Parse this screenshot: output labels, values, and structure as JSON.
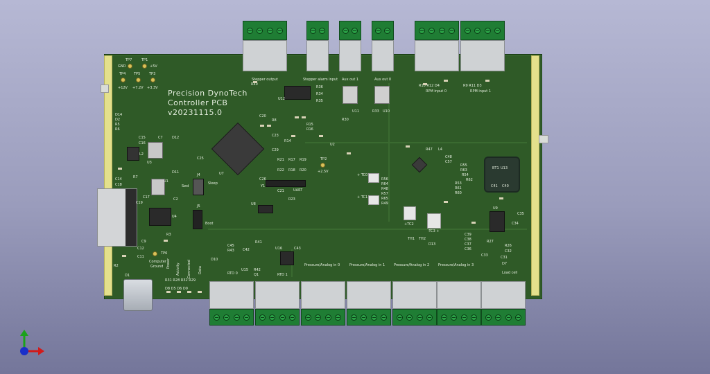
{
  "board": {
    "title_line1": "Precision DynoTech",
    "title_line2": "Controller PCB",
    "title_line3": "v20231115.0"
  },
  "top_connectors": [
    {
      "label": "Stepper output",
      "ref": "R40"
    },
    {
      "label": "Stepper alarm input",
      "ref": ""
    },
    {
      "label": "Aux out 1",
      "ref": ""
    },
    {
      "label": "Aux out 0",
      "ref": ""
    },
    {
      "label": "RPM input 0",
      "ref": "R10 R12 D4"
    },
    {
      "label": "RPM input 1",
      "ref": "R9 R11 D3"
    }
  ],
  "bottom_connectors": [
    {
      "label": "RTD 0"
    },
    {
      "label": "RTD 1"
    },
    {
      "label": "Pressure/Analog in 0"
    },
    {
      "label": "Pressure/Analog in 1"
    },
    {
      "label": "Pressure/Analog in 2"
    },
    {
      "label": "Pressure/Analog in 3"
    },
    {
      "label": "Load cell"
    }
  ],
  "test_points": {
    "tp7": "TP7",
    "tp1": "TP1",
    "gnd": "GND",
    "p5v": "+5V",
    "tp4": "TP4",
    "tp5": "TP5",
    "tp3": "TP3",
    "p12v": "+12V",
    "p72v": "+7.2V",
    "p33v": "+3.3V",
    "tp2": "TP2",
    "p25v": "+2.5V",
    "tp6": "TP6",
    "computer": "Computer",
    "ground": "Ground"
  },
  "labels": {
    "uart": "UART",
    "boot": "Boot",
    "swd": "Swd",
    "sleep": "Sleep",
    "tc1": "+ TC1 -",
    "tc0": "+ TC0 -",
    "tc2": "+TC2",
    "tc3": "-TC3 +",
    "th1": "TH1",
    "th2": "TH2",
    "leds": [
      "Power",
      "Activity",
      "Connected",
      "Data"
    ],
    "led_refs": "R31 R28 R32 R29",
    "led_refs2": "D8 D5 D6 D9",
    "u1": "U1",
    "u2": "U2",
    "u3": "U3",
    "u4": "U4",
    "u7": "U7",
    "u8": "U8",
    "u9": "U9",
    "u10": "U10",
    "u11": "U11",
    "u12": "U12",
    "u13": "U13",
    "u15": "U15",
    "u16": "U16",
    "r36": "R36",
    "r34": "R34",
    "r35": "R35",
    "r30": "R30",
    "r33": "R33",
    "c15": "C15",
    "c16": "C16",
    "c7": "C7",
    "d12": "D12",
    "d14": "D14",
    "d2": "D2",
    "r5": "R5",
    "r6": "R6",
    "l2": "L2",
    "d11": "D11",
    "r7": "R7",
    "c14": "C14",
    "c18": "C18",
    "c17": "C17",
    "c19": "C19",
    "c2": "C2",
    "c12": "C12",
    "c11": "C11",
    "r2": "R2",
    "d1": "D1",
    "r3": "R3",
    "c9": "C9",
    "r41": "R41",
    "r43": "R43",
    "c45": "C45",
    "c42": "C42",
    "c43": "C43",
    "d10": "D10",
    "r42": "R42",
    "q1": "Q1",
    "c39": "C39",
    "c38": "C38",
    "c37": "C37",
    "c36": "C36",
    "r26": "R26",
    "c32": "C32",
    "c33": "C33",
    "c31": "C31",
    "d7": "D7",
    "r27": "R27",
    "d13": "D13",
    "r47": "R47",
    "l4": "L4",
    "c48": "C48",
    "c57": "C57",
    "r55": "R55",
    "r63": "R63",
    "r54": "R54",
    "r62": "R62",
    "r53": "R53",
    "r61": "R61",
    "r60": "R60",
    "c41": "C41",
    "c40": "C40",
    "c34": "C34",
    "c35": "C35",
    "bt1": "BT1",
    "c20": "C20",
    "r8": "R8",
    "c23": "C23",
    "r14": "R14",
    "r21": "R21",
    "r17": "R17",
    "r19": "R19",
    "r22": "R22",
    "r18": "R18",
    "r20": "R20",
    "c25": "C25",
    "c29": "C29",
    "c26": "C26",
    "y1": "Y1",
    "c21": "C21",
    "r15": "R15",
    "r16": "R16",
    "j4": "J4",
    "j5": "J5",
    "r23": "R23",
    "r56": "R56",
    "r64": "R64",
    "r48": "R48",
    "r57": "R57",
    "r65": "R65",
    "r49": "R49"
  },
  "colors": {
    "board": "#2f5a27",
    "silk": "#e6efe0",
    "terminal_green": "#1f7d34",
    "terminal_body": "#cfd2d4",
    "edge_strip": "#e4e08c"
  },
  "icons": {
    "axes": "xyz-axes-icon"
  }
}
